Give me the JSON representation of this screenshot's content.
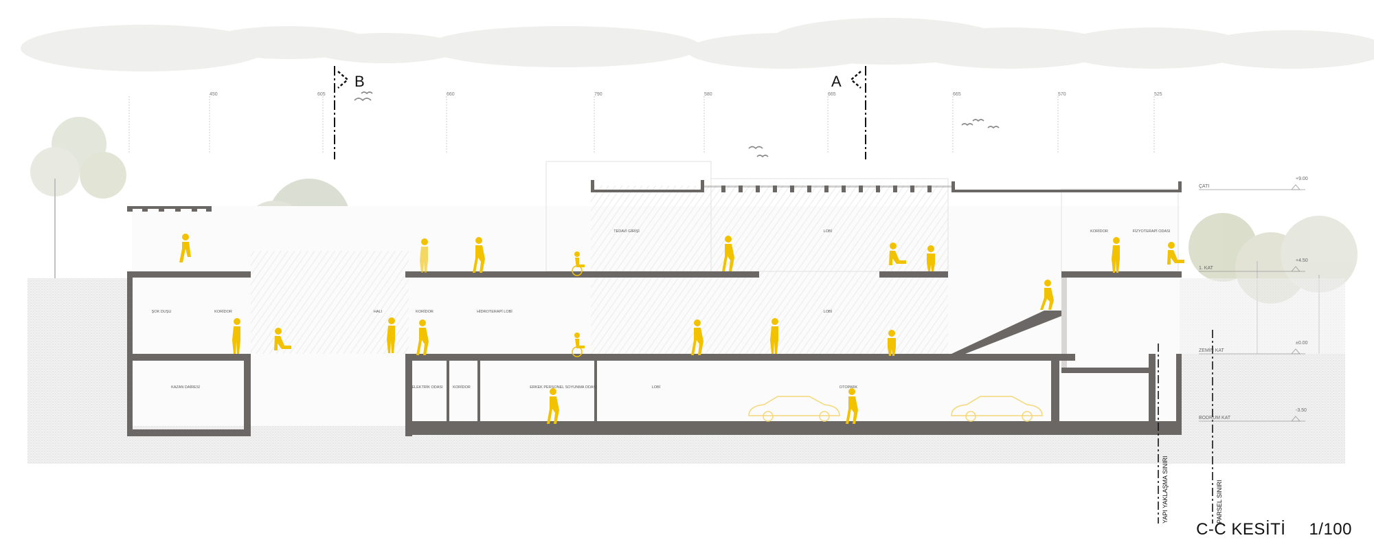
{
  "drawing": {
    "title": "C-C KESİTİ",
    "scale": "1/100"
  },
  "section_markers": [
    {
      "letter": "B",
      "direction": "right"
    },
    {
      "letter": "A",
      "direction": "left"
    }
  ],
  "dimensions": [
    "450",
    "605",
    "660",
    "790",
    "580",
    "665",
    "665",
    "570",
    "525"
  ],
  "levels": [
    {
      "name": "ÇATI",
      "value": "+9.00"
    },
    {
      "name": "1. KAT",
      "value": "+4.50"
    },
    {
      "name": "ZEMİN KAT",
      "value": "±0.00"
    },
    {
      "name": "BODRUM KAT",
      "value": "-3.50"
    }
  ],
  "rooms": {
    "top_floor": [
      "TEDAVİ GİRİŞİ",
      "LOBİ",
      "KORİDOR",
      "FİZYOTERAPİ ODASI"
    ],
    "ground_floor": [
      "ŞOK DUŞU",
      "KORİDOR",
      "HALI",
      "KORİDOR",
      "HİDROTERAPİ LOBİ",
      "LOBİ"
    ],
    "basement": [
      "KAZAN DAİRESİ",
      "ELEKTRİK ODASI",
      "KORİDOR",
      "ERKEK PERSONEL SOYUNMA ODASI",
      "LOBİ",
      "OTOPARK"
    ]
  },
  "boundary_lines": [
    "YAPI YAKLAŞMA SINIRI",
    "PARSEL SINIRI"
  ],
  "colors": {
    "figure": "#f2c200",
    "slab": "#6b6764",
    "ground": "#ebebeb",
    "cloud": "#efefed",
    "tree": "#d9dcc8"
  }
}
